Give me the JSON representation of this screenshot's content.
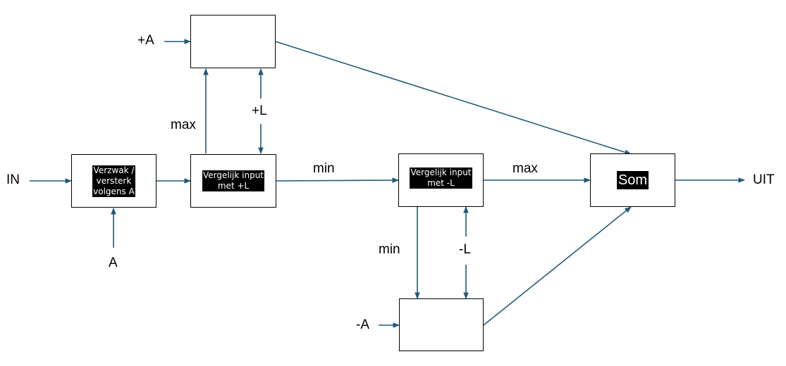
{
  "colors": {
    "arrow": "#1f5a7a",
    "box_border": "#000000",
    "label_highlight_bg": "#000000",
    "label_highlight_fg": "#ffffff"
  },
  "blocks": {
    "attenuate": {
      "line1": "Verzwak /",
      "line2": "versterk",
      "line3": "volgens A"
    },
    "compare_plus": {
      "line1": "Vergelijk input",
      "line2": "met +L"
    },
    "compare_minus": {
      "line1": "Vergelijk input",
      "line2": "met -L"
    },
    "sum": {
      "label": "Som"
    },
    "top_box": {
      "label": ""
    },
    "bottom_box": {
      "label": ""
    }
  },
  "labels": {
    "input": "IN",
    "output": "UIT",
    "gain": "A",
    "plus_a": "+A",
    "minus_a": "-A",
    "plus_l": "+L",
    "minus_l": "-L",
    "max_top": "max",
    "min_mid": "min",
    "max_mid": "max",
    "min_bottom": "min"
  }
}
